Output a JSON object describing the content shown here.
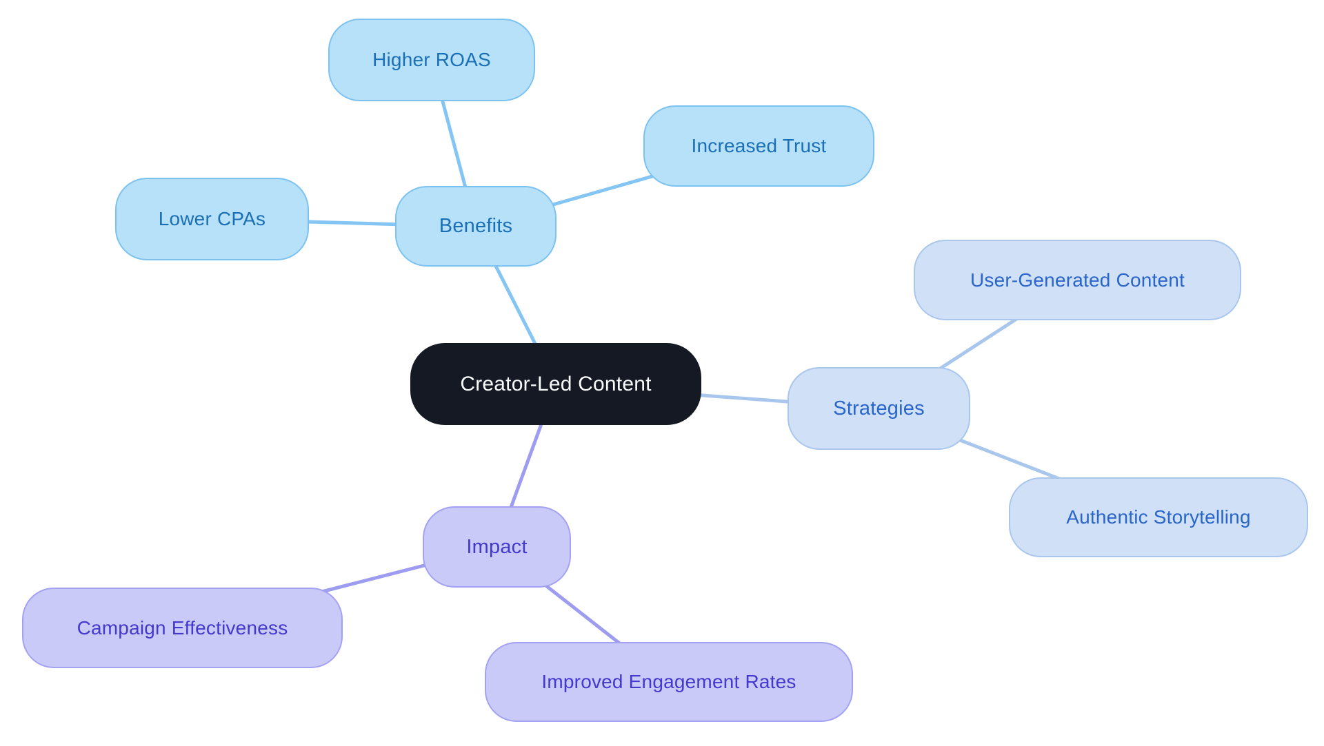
{
  "mindmap": {
    "background": "#ffffff",
    "root": {
      "label": "Creator-Led Content",
      "bg": "#151924",
      "text_color": "#fafbfc"
    },
    "branches": [
      {
        "label": "Benefits",
        "fill": "#b7e1f9",
        "border": "#7cc2f0",
        "text_color": "#1b6fb5",
        "edge_color": "#85c5f3",
        "children": [
          {
            "label": "Higher ROAS"
          },
          {
            "label": "Increased Trust"
          },
          {
            "label": "Lower CPAs"
          }
        ]
      },
      {
        "label": "Strategies",
        "fill": "#cfe0f7",
        "border": "#a9c6ec",
        "text_color": "#2a66c9",
        "edge_color": "#a9c6ec",
        "children": [
          {
            "label": "User-Generated Content"
          },
          {
            "label": "Authentic Storytelling"
          }
        ]
      },
      {
        "label": "Impact",
        "fill": "#cacaf8",
        "border": "#a3a1f2",
        "text_color": "#4439ce",
        "edge_color": "#9e9cf0",
        "children": [
          {
            "label": "Campaign Effectiveness"
          },
          {
            "label": "Improved Engagement Rates"
          }
        ]
      }
    ]
  }
}
